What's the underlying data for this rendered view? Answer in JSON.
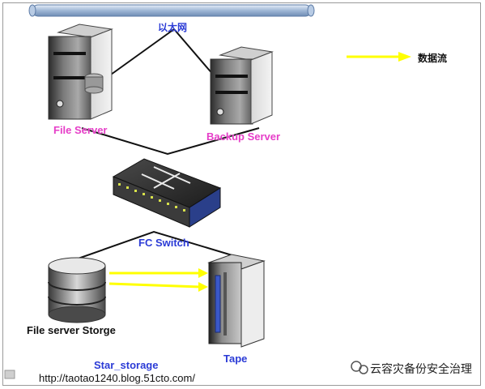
{
  "nodes": {
    "ethernet_label": "以太网",
    "file_server_label": "File Server",
    "backup_server_label": "Backup Server",
    "fc_switch_label": "FC Switch",
    "storage_label": "File server Storge",
    "tape_label": "Tape"
  },
  "legend": {
    "label": "数据流",
    "color": "#ffff00"
  },
  "footer": {
    "caption": "Star_storage",
    "url": "http://taotao1240.blog.51cto.com/",
    "watermark": "云容灾备份安全治理"
  }
}
